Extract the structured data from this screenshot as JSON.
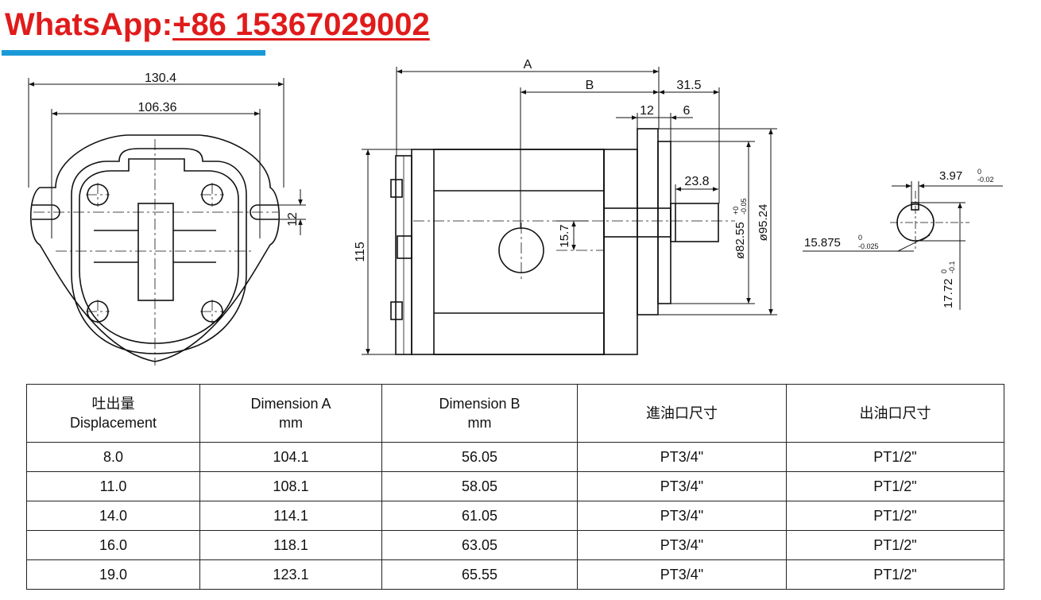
{
  "header": {
    "prefix": "WhatsApp:",
    "number": "+86 15367029002",
    "colors": {
      "text": "#e01b1b",
      "bar": "#1a9ad8"
    }
  },
  "drawing": {
    "front_view": {
      "width_outer": "130.4",
      "width_inner": "106.36",
      "slot": "12"
    },
    "side_view": {
      "dim_a": "A",
      "dim_b": "B",
      "flange_offset": "31.5",
      "flange_thickness": "12",
      "spigot": "6",
      "shaft_length": "23.8",
      "height": "115",
      "port_offset": "15.7",
      "spigot_dia": "ø82.55",
      "spigot_tol_upper": "+0",
      "spigot_tol_lower": "-0.05",
      "flange_dia": "ø95.24"
    },
    "shaft_view": {
      "key_width": "3.97",
      "key_tol_upper": "0",
      "key_tol_lower": "-0.02",
      "shaft_dia": "15.875",
      "shaft_tol_upper": "0",
      "shaft_tol_lower": "-0.025",
      "key_height": "17.72",
      "key_h_tol_upper": "0",
      "key_h_tol_lower": "-0.1"
    }
  },
  "table": {
    "headers": [
      {
        "line1": "吐出量",
        "line2": "Displacement"
      },
      {
        "line1": "Dimension A",
        "line2": "mm"
      },
      {
        "line1": "Dimension B",
        "line2": "mm"
      },
      {
        "line1": "進油口尺寸",
        "line2": ""
      },
      {
        "line1": "出油口尺寸",
        "line2": ""
      }
    ],
    "rows": [
      [
        "8.0",
        "104.1",
        "56.05",
        "PT3/4\"",
        "PT1/2\""
      ],
      [
        "11.0",
        "108.1",
        "58.05",
        "PT3/4\"",
        "PT1/2\""
      ],
      [
        "14.0",
        "114.1",
        "61.05",
        "PT3/4\"",
        "PT1/2\""
      ],
      [
        "16.0",
        "118.1",
        "63.05",
        "PT3/4\"",
        "PT1/2\""
      ],
      [
        "19.0",
        "123.1",
        "65.55",
        "PT3/4\"",
        "PT1/2\""
      ]
    ]
  }
}
